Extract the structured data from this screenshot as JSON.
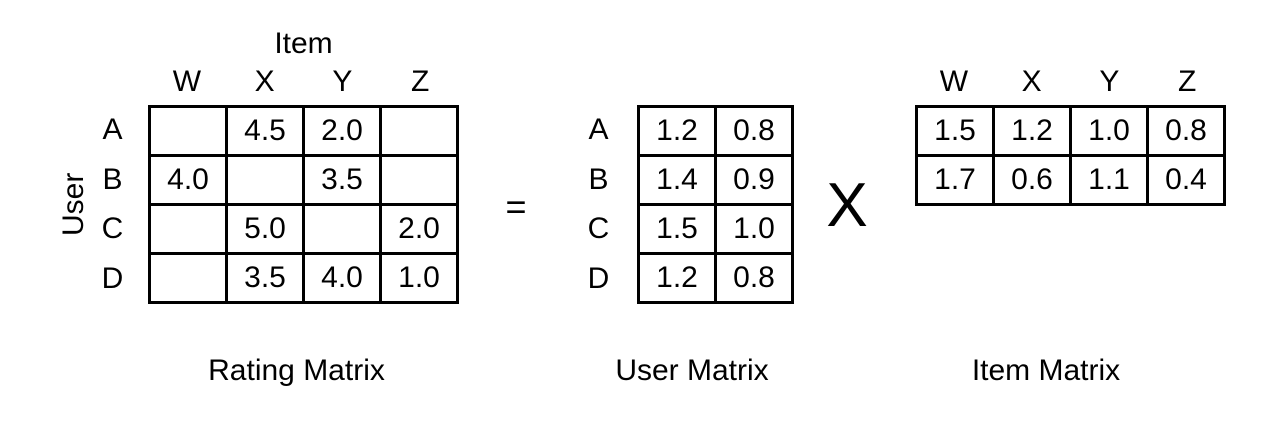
{
  "operators": {
    "equals": "=",
    "multiply": "X"
  },
  "colors": {
    "foreground": "#000000",
    "background": "#ffffff"
  },
  "rating_matrix": {
    "caption": "Rating Matrix",
    "column_axis_label": "Item",
    "row_axis_label": "User",
    "columns": [
      "W",
      "X",
      "Y",
      "Z"
    ],
    "rows": [
      "A",
      "B",
      "C",
      "D"
    ],
    "cells": [
      [
        "",
        "4.5",
        "2.0",
        ""
      ],
      [
        "4.0",
        "",
        "3.5",
        ""
      ],
      [
        "",
        "5.0",
        "",
        "2.0"
      ],
      [
        "",
        "3.5",
        "4.0",
        "1.0"
      ]
    ]
  },
  "user_matrix": {
    "caption": "User Matrix",
    "rows": [
      "A",
      "B",
      "C",
      "D"
    ],
    "cells": [
      [
        "1.2",
        "0.8"
      ],
      [
        "1.4",
        "0.9"
      ],
      [
        "1.5",
        "1.0"
      ],
      [
        "1.2",
        "0.8"
      ]
    ]
  },
  "item_matrix": {
    "caption": "Item Matrix",
    "columns": [
      "W",
      "X",
      "Y",
      "Z"
    ],
    "cells": [
      [
        "1.5",
        "1.2",
        "1.0",
        "0.8"
      ],
      [
        "1.7",
        "0.6",
        "1.1",
        "0.4"
      ]
    ]
  }
}
